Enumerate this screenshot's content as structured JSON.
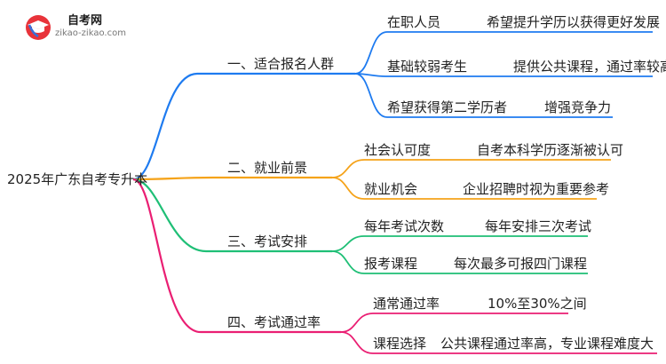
{
  "logo": {
    "name": "自考网",
    "url": "zikao-zikao.com"
  },
  "root": "2025年广东自考专升本",
  "colors": {
    "blue": "#1e7bf0",
    "orange": "#f5a31a",
    "green": "#1fbf76",
    "pink": "#ea1f73"
  },
  "branches": [
    {
      "label": "一、适合报名人群",
      "items": [
        {
          "key": "在职人员",
          "value": "希望提升学历以获得更好发展"
        },
        {
          "key": "基础较弱考生",
          "value": "提供公共课程，通过率较高"
        },
        {
          "key": "希望获得第二学历者",
          "value": "增强竞争力"
        }
      ]
    },
    {
      "label": "二、就业前景",
      "items": [
        {
          "key": "社会认可度",
          "value": "自考本科学历逐渐被认可"
        },
        {
          "key": "就业机会",
          "value": "企业招聘时视为重要参考"
        }
      ]
    },
    {
      "label": "三、考试安排",
      "items": [
        {
          "key": "每年考试次数",
          "value": "每年安排三次考试"
        },
        {
          "key": "报考课程",
          "value": "每次最多可报四门课程"
        }
      ]
    },
    {
      "label": "四、考试通过率",
      "items": [
        {
          "key": "通常通过率",
          "value": "10%至30%之间"
        },
        {
          "key": "课程选择",
          "value": "公共课程通过率高，专业课程难度大"
        }
      ]
    }
  ]
}
